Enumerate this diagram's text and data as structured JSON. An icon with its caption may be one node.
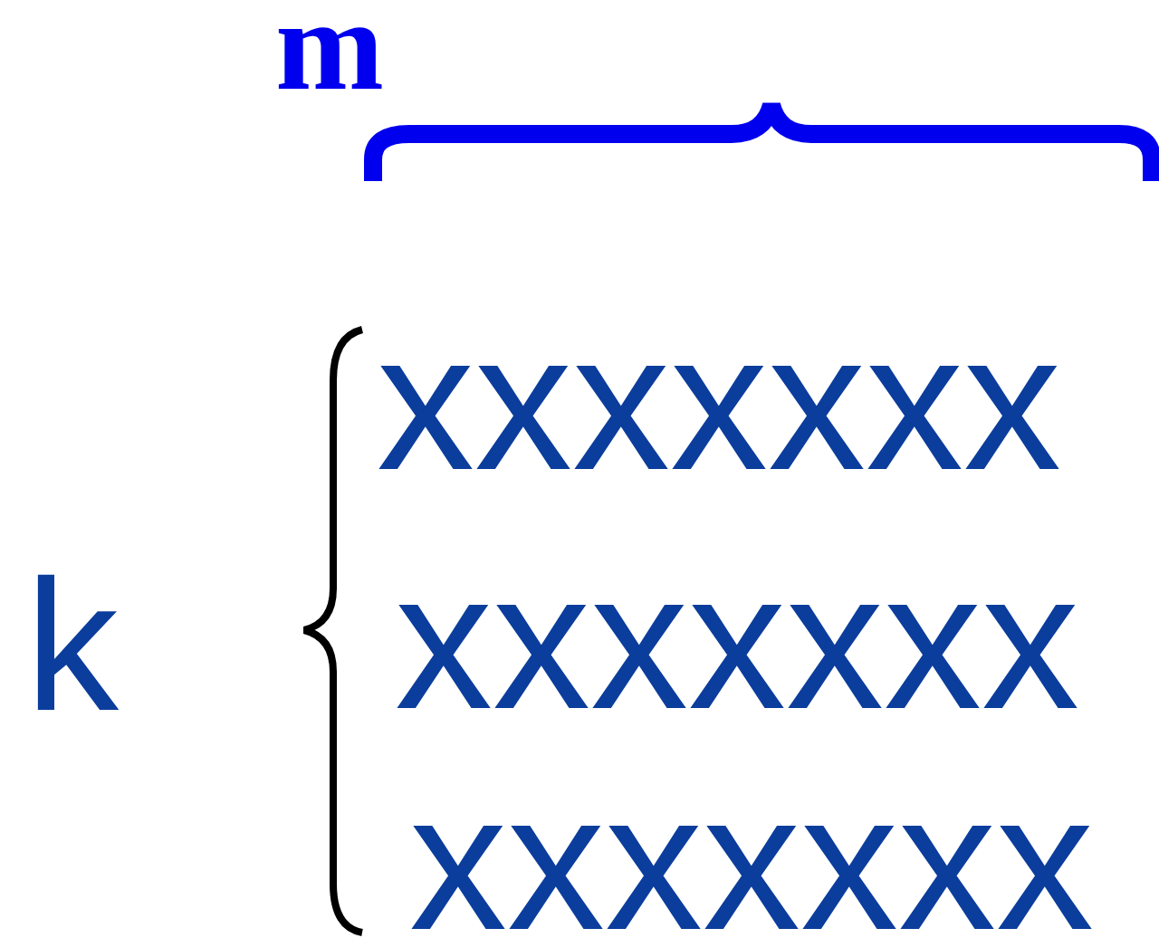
{
  "diagram": {
    "labels": [
      "m",
      "k",
      "xxxxxxx",
      "xxxxxxx",
      "xxxxxxx"
    ]
  }
}
